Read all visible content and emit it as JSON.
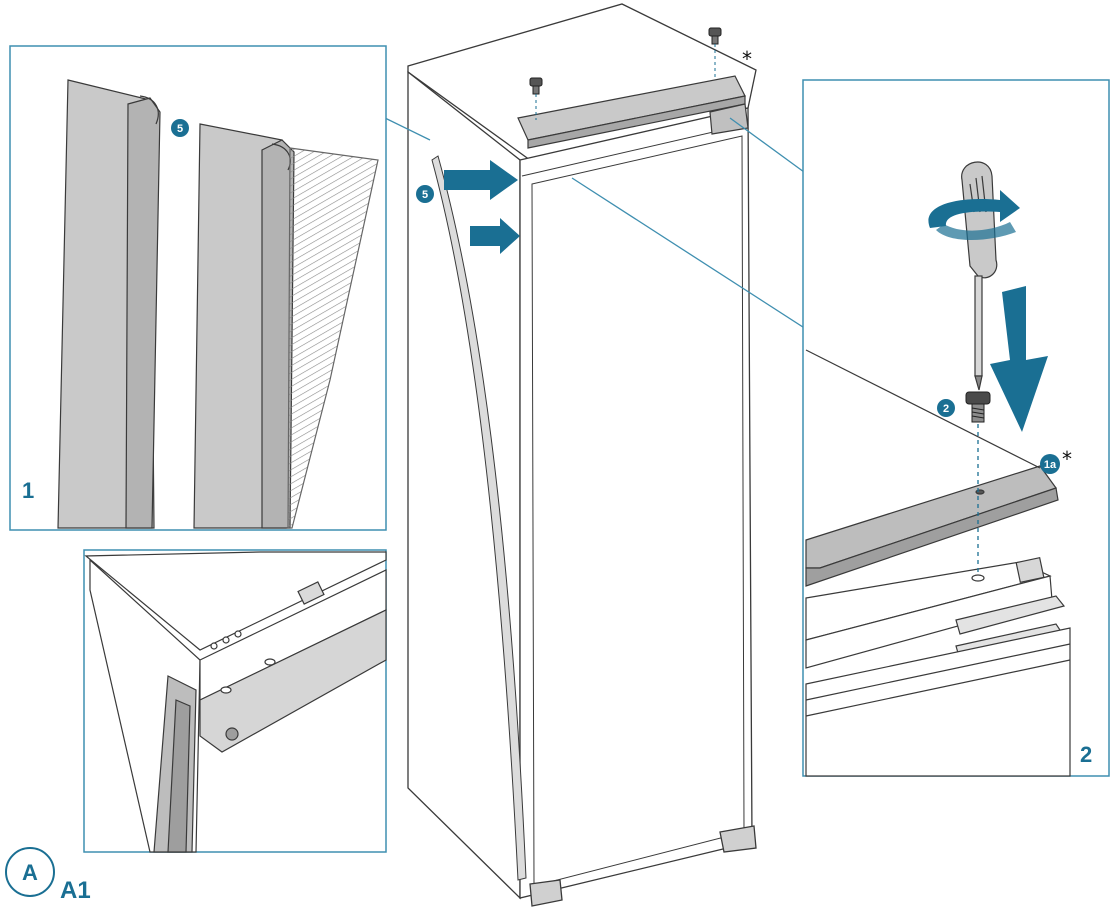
{
  "colors": {
    "accent": "#1a6f93",
    "line": "#3a3a3a",
    "panel_gray": "#c9c9c9",
    "hatch": "#8a8a8a",
    "frame_stroke": "#3f8fb0"
  },
  "panels": {
    "detail_1": {
      "label": "1"
    },
    "detail_2": {
      "label": "2"
    },
    "detail_a1": {
      "circle_label": "A",
      "label": "A1"
    }
  },
  "callouts": {
    "part_5": "5",
    "part_2": "2",
    "part_1a": "1a",
    "asterisk": "*"
  },
  "icons": [
    "screwdriver-icon",
    "rotate-arrow-icon",
    "down-arrow-icon",
    "push-arrow-icon",
    "screw-icon"
  ]
}
